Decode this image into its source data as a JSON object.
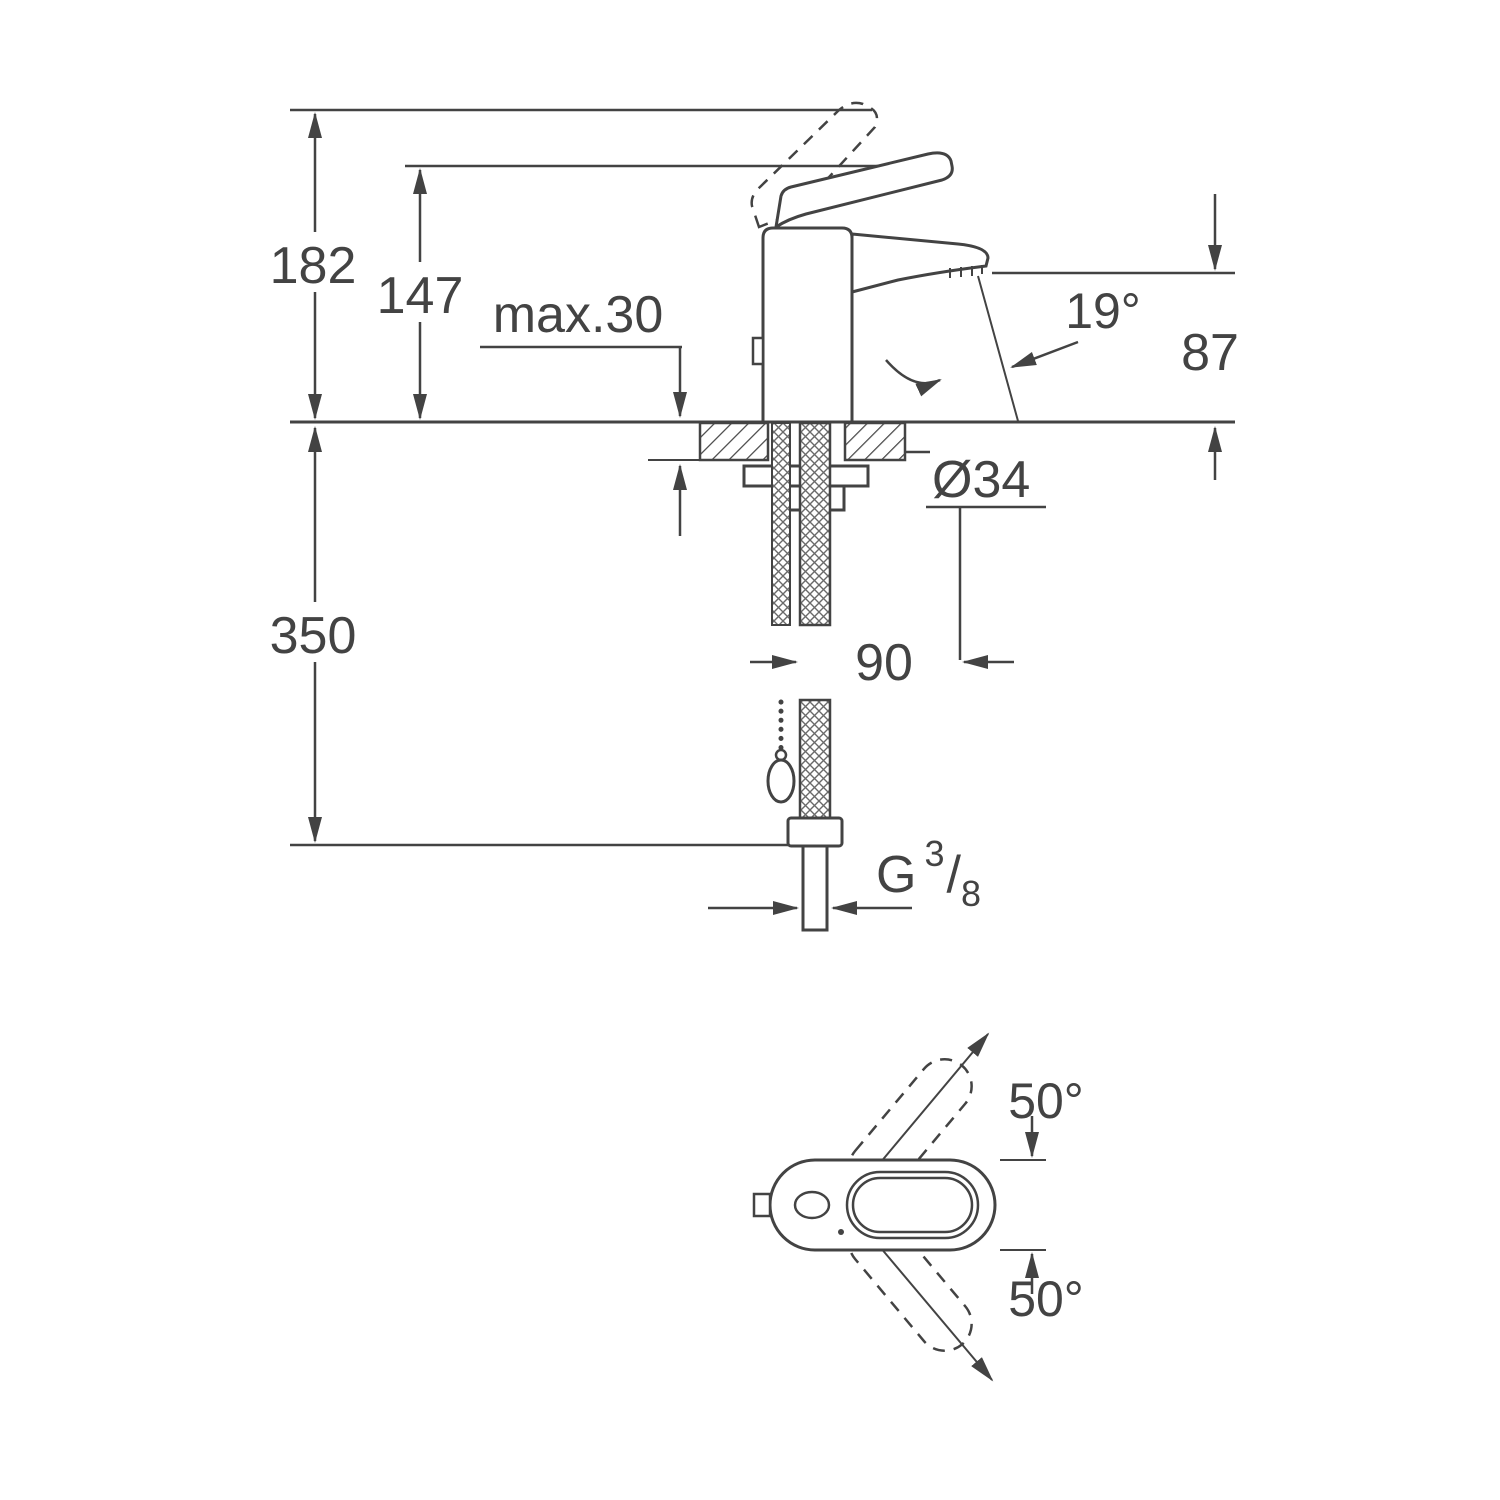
{
  "drawing": {
    "background_color": "#ffffff",
    "line_color": "#434343",
    "labels": {
      "overall_height": "182",
      "lever_height": "147",
      "max_deck_thickness": "max.30",
      "spout_angle": "19°",
      "spout_height": "87",
      "hole_diameter": "Ø34",
      "supply_hose_length": "350",
      "hose_spacing": "90",
      "thread_g": "G",
      "thread_numerator": "3",
      "thread_slash": "/",
      "thread_denominator": "8",
      "swivel_upper": "50°",
      "swivel_lower": "50°"
    }
  }
}
